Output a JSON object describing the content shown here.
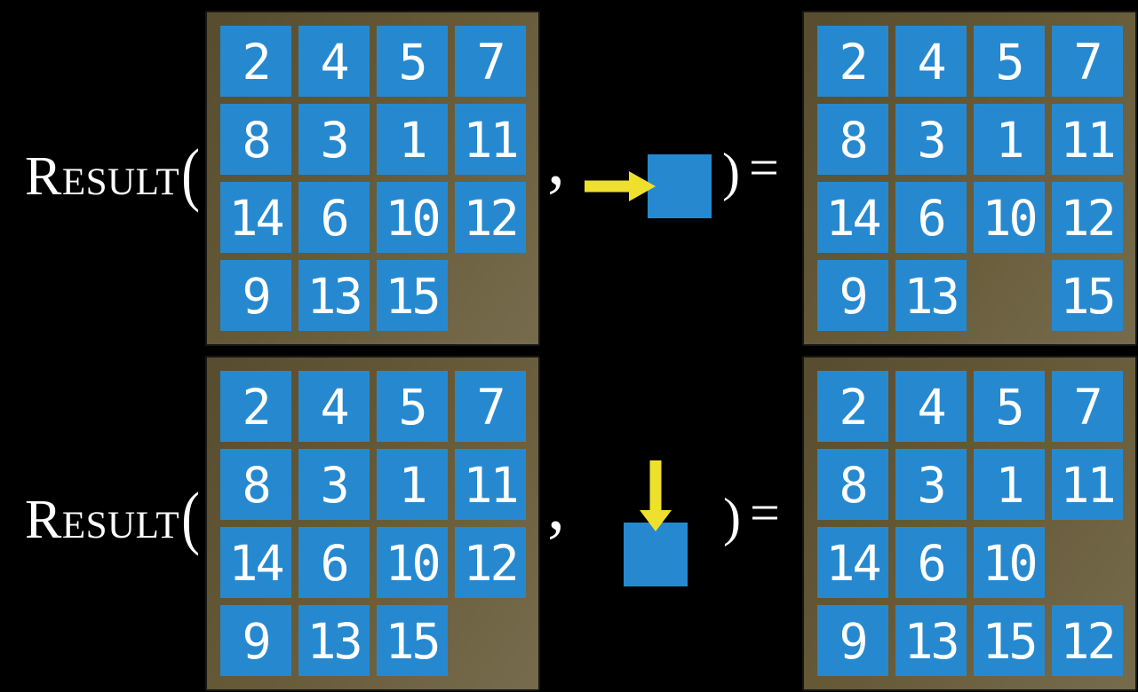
{
  "figure": {
    "function_name": "Result",
    "open_paren": "(",
    "comma": ",",
    "close_paren": ")",
    "equals": "=",
    "colors": {
      "background": "#000000",
      "board": "#655936",
      "board_border": "#161616",
      "tile": "#2689D0",
      "number": "#FFFFFF",
      "arrow": "#F0E02E"
    },
    "rows": [
      {
        "label": "Result(",
        "input_board": [
          [
            2,
            4,
            5,
            7
          ],
          [
            8,
            3,
            1,
            11
          ],
          [
            14,
            6,
            10,
            12
          ],
          [
            9,
            13,
            15,
            null
          ]
        ],
        "action": {
          "type": "move-blank-tile",
          "direction": "right",
          "icon": "arrow-right-icon"
        },
        "output_board": [
          [
            2,
            4,
            5,
            7
          ],
          [
            8,
            3,
            1,
            11
          ],
          [
            14,
            6,
            10,
            12
          ],
          [
            9,
            13,
            null,
            15
          ]
        ]
      },
      {
        "label": "Result(",
        "input_board": [
          [
            2,
            4,
            5,
            7
          ],
          [
            8,
            3,
            1,
            11
          ],
          [
            14,
            6,
            10,
            12
          ],
          [
            9,
            13,
            15,
            null
          ]
        ],
        "action": {
          "type": "move-blank-tile",
          "direction": "down",
          "icon": "arrow-down-icon"
        },
        "output_board": [
          [
            2,
            4,
            5,
            7
          ],
          [
            8,
            3,
            1,
            11
          ],
          [
            14,
            6,
            10,
            null
          ],
          [
            9,
            13,
            15,
            12
          ]
        ]
      }
    ]
  }
}
